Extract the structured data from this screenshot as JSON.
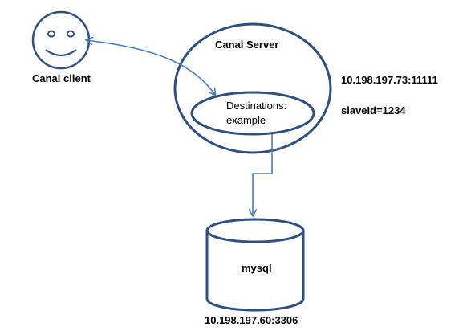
{
  "diagram": {
    "client": {
      "label": "Canal client",
      "icon": "smiley-face-icon"
    },
    "server": {
      "label": "Canal Server",
      "address": "10.198.197.73:11111",
      "slave_id": "slaveId=1234",
      "destination_line1": "Destinations:",
      "destination_line2": "example"
    },
    "database": {
      "label": "mysql",
      "address": "10.198.197.60:3306",
      "icon": "database-cylinder-icon"
    },
    "colors": {
      "shape_stroke": "#2f4f7f",
      "arrow": "#4a7ebb",
      "text": "#000000",
      "background": "#ffffff"
    }
  }
}
